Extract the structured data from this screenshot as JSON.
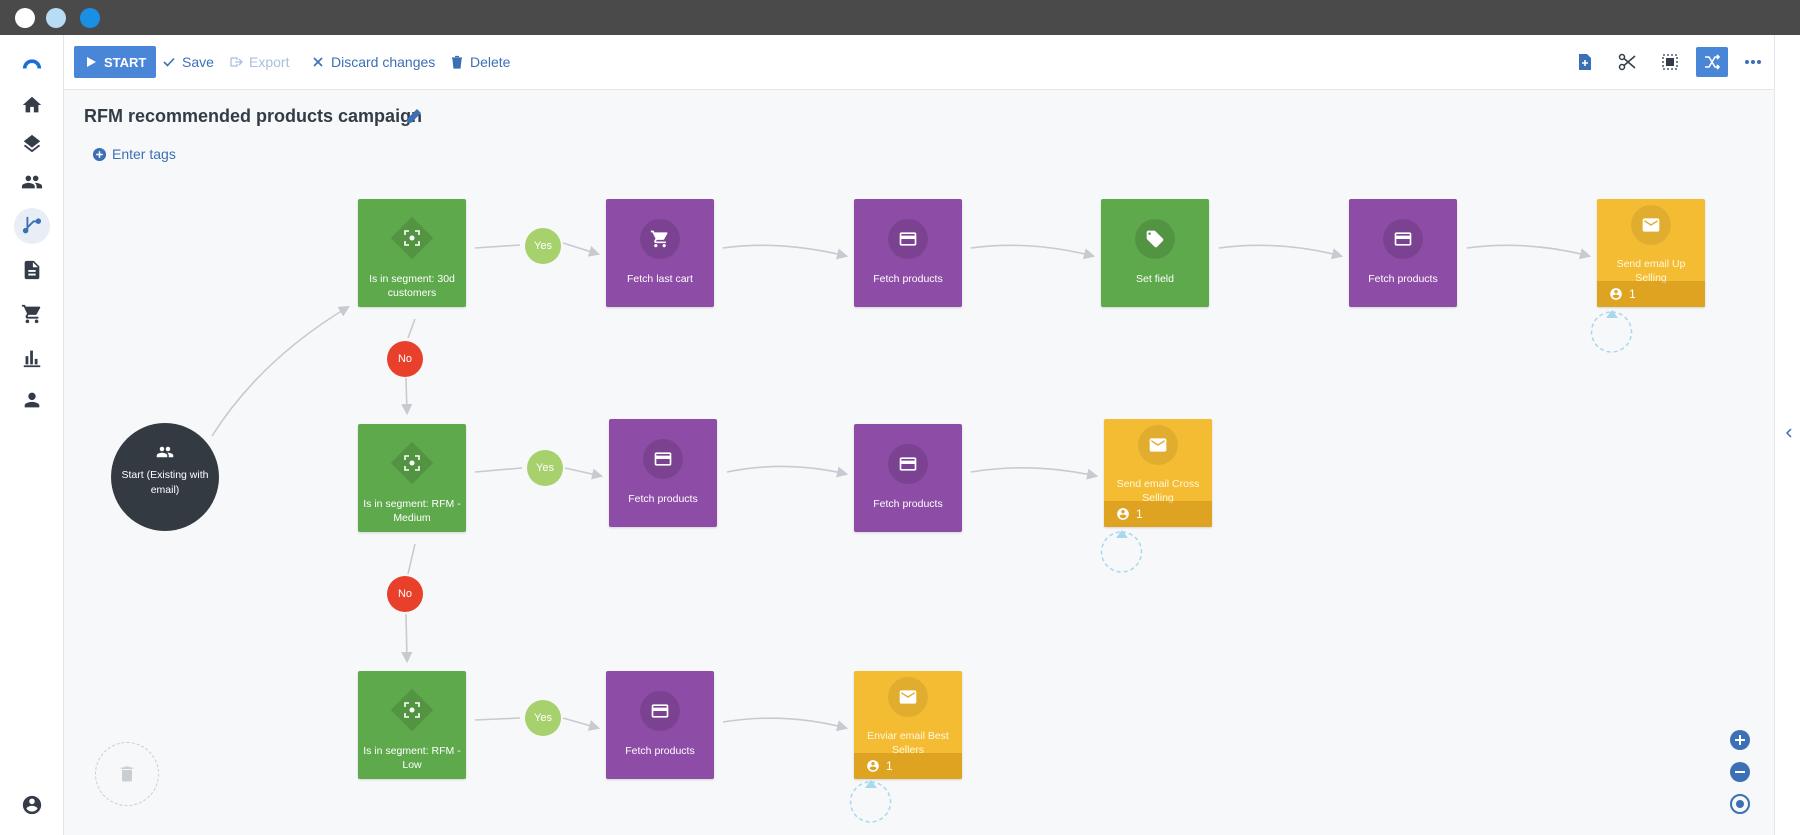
{
  "window": {
    "dots": [
      "#ffffff",
      "#b9dcf5",
      "#1a8fe6"
    ]
  },
  "sidebar": {
    "items": [
      {
        "name": "logo-icon",
        "active": false
      },
      {
        "name": "home-icon",
        "active": false
      },
      {
        "name": "layers-icon",
        "active": false
      },
      {
        "name": "contacts-icon",
        "active": false
      },
      {
        "name": "automation-flow-icon",
        "active": true
      },
      {
        "name": "document-icon",
        "active": false
      },
      {
        "name": "cart-icon",
        "active": false
      },
      {
        "name": "analytics-icon",
        "active": false
      },
      {
        "name": "person-icon",
        "active": false
      },
      {
        "name": "account-icon",
        "active": false
      }
    ]
  },
  "toolbar": {
    "start_label": "START",
    "save_label": "Save",
    "export_label": "Export",
    "discard_label": "Discard changes",
    "delete_label": "Delete",
    "right_icons": [
      "add-document-icon",
      "scissors-icon",
      "select-area-icon",
      "shuffle-icon",
      "more-icon"
    ]
  },
  "workflow": {
    "title": "RFM recommended products campaign",
    "tags_label": "Enter tags",
    "start_node": {
      "label": "Start (Existing with email)"
    },
    "nodes": {
      "seg30": "Is in segment: 30d customers",
      "fetchLastCart": "Fetch last cart",
      "fetchProducts1": "Fetch products",
      "setField": "Set field",
      "fetchProducts2": "Fetch products",
      "sendUpSelling": "Send email Up Selling",
      "segMedium": "Is in segment: RFM - Medium",
      "fetchProducts3": "Fetch products",
      "fetchProducts4": "Fetch products",
      "sendCrossSelling": "Send email Cross Selling",
      "segLow": "Is in segment: RFM - Low",
      "fetchProducts5": "Fetch products",
      "sendBestSellers": "Enviar email Best Sellers"
    },
    "counts": {
      "upSelling": "1",
      "crossSelling": "1",
      "bestSellers": "1"
    },
    "yes_label": "Yes",
    "no_label": "No"
  },
  "colors": {
    "accent": "#4a86d8",
    "segment_green": "#5fa94d",
    "fetch_purple": "#8d4ca6",
    "email_yellow": "#f4bc33",
    "yes_green": "#a6d16d",
    "no_red": "#e8402a",
    "start_dark": "#343a42"
  }
}
